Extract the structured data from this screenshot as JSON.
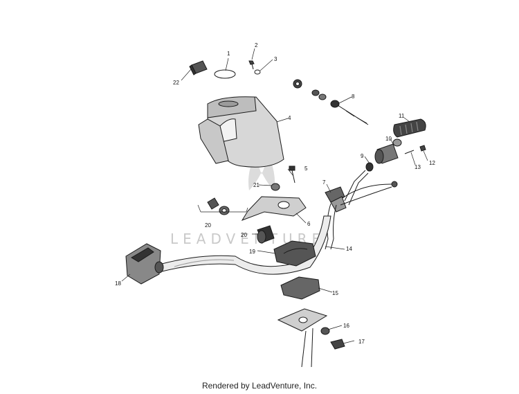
{
  "watermark": "LEADVENTURE",
  "footer": "Rendered by LeadVenture, Inc.",
  "callouts": {
    "c1": "1",
    "c2": "2",
    "c3": "3",
    "c4": "4",
    "c5": "5",
    "c6": "6",
    "c7": "7",
    "c8": "8",
    "c9": "9",
    "c10": "10",
    "c11": "11",
    "c12": "12",
    "c13": "13",
    "c14": "14",
    "c15": "15",
    "c16": "16",
    "c17": "17",
    "c18": "18",
    "c19": "19",
    "c20a": "20",
    "c20b": "20",
    "c21": "21",
    "c22": "22"
  },
  "colors": {
    "ink": "#1a1a1a",
    "shade": "#d7d7d7",
    "dark": "#333333",
    "watermark": "#c9c9c9"
  }
}
